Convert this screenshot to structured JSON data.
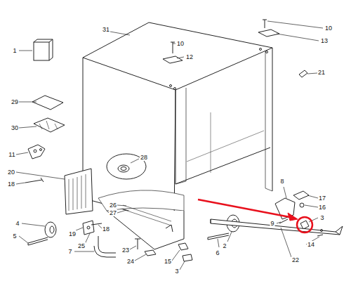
{
  "diagram": {
    "labels": [
      "31",
      "10",
      "12",
      "10",
      "13",
      "21",
      "1",
      "29",
      "30",
      "11",
      "28",
      "20",
      "18",
      "4",
      "5",
      "19",
      "25",
      "18",
      "7",
      "26",
      "27",
      "23",
      "24",
      "15",
      "3",
      "8",
      "17",
      "16",
      "3",
      "9",
      "2",
      "6",
      "14",
      "22"
    ]
  }
}
